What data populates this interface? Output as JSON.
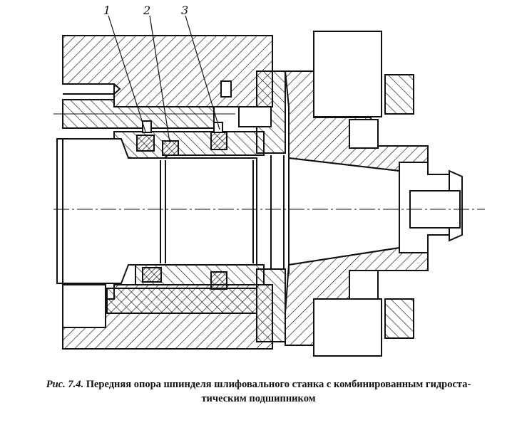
{
  "figure": {
    "callouts": [
      "1",
      "2",
      "3"
    ],
    "caption_prefix": "Рис. 7.4.",
    "caption_line1": "Передняя опора шпинделя шлифовального станка с комбинированным гидроста-",
    "caption_line2": "тическим подшипником"
  },
  "colors": {
    "ink": "#111111",
    "paper": "#ffffff"
  }
}
